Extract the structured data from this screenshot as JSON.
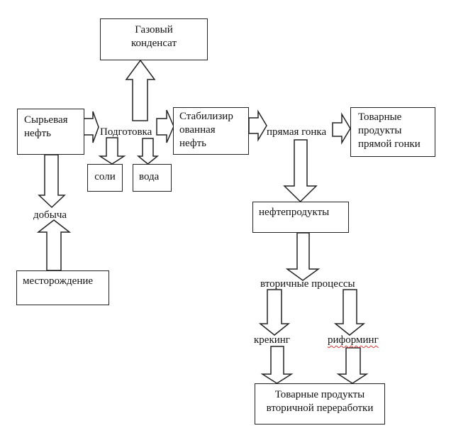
{
  "diagram": {
    "type": "flowchart",
    "nodes": {
      "gas_condensate": {
        "label": "Газовый конденсат",
        "lines": [
          "Газовый",
          "конденсат"
        ]
      },
      "raw_oil": {
        "label": "Сырьевая нефть",
        "lines": [
          "Сырьевая",
          "нефть"
        ]
      },
      "preparation": {
        "label": "Подготовка"
      },
      "salts": {
        "label": "соли"
      },
      "water": {
        "label": "вода"
      },
      "stabilized_oil": {
        "label": "Стабилизированная нефть",
        "lines": [
          "Стабилизир",
          "ованная",
          "нефть"
        ]
      },
      "straight_run": {
        "label": "прямая гонка"
      },
      "straight_run_products": {
        "label": "Товарные продукты прямой гонки",
        "lines": [
          "Товарные",
          "продукты",
          "прямой гонки"
        ]
      },
      "petroleum_products": {
        "label": "нефтепродукты"
      },
      "secondary_processes": {
        "label": "вторичные процессы"
      },
      "cracking": {
        "label": "крекинг"
      },
      "reforming": {
        "label": "риформинг"
      },
      "secondary_products": {
        "label": "Товарные продукты вторичной переработки",
        "lines": [
          "Товарные продукты",
          "вторичной переработки"
        ]
      },
      "extraction": {
        "label": "добыча"
      },
      "deposit": {
        "label": "месторождение"
      }
    },
    "edges": [
      {
        "from": "deposit",
        "to": "extraction"
      },
      {
        "from": "raw_oil",
        "to": "extraction"
      },
      {
        "from": "raw_oil",
        "to": "preparation"
      },
      {
        "from": "preparation",
        "to": "gas_condensate"
      },
      {
        "from": "preparation",
        "to": "salts"
      },
      {
        "from": "preparation",
        "to": "water"
      },
      {
        "from": "preparation",
        "to": "stabilized_oil"
      },
      {
        "from": "stabilized_oil",
        "to": "straight_run"
      },
      {
        "from": "straight_run",
        "to": "straight_run_products"
      },
      {
        "from": "straight_run",
        "to": "petroleum_products"
      },
      {
        "from": "petroleum_products",
        "to": "secondary_processes"
      },
      {
        "from": "secondary_processes",
        "to": "cracking"
      },
      {
        "from": "secondary_processes",
        "to": "reforming"
      },
      {
        "from": "cracking",
        "to": "secondary_products"
      },
      {
        "from": "reforming",
        "to": "secondary_products"
      }
    ],
    "colors": {
      "stroke": "#222222",
      "background": "#ffffff",
      "spellcheck_underline": "#dd3333"
    }
  }
}
